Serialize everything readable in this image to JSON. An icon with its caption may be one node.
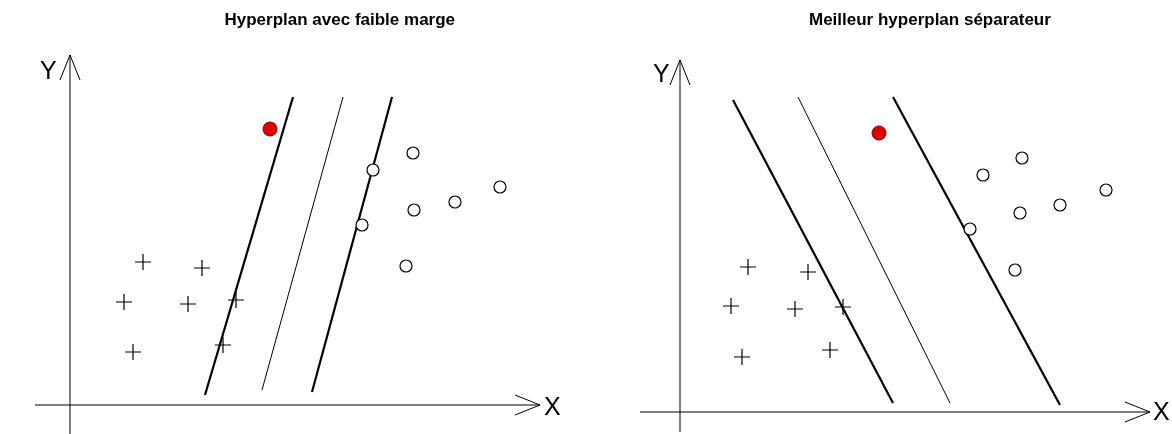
{
  "diagram": {
    "labels": [
      "Hyperplan avec faible marge",
      "Meilleur hyperplan séparateur",
      "Y",
      "X",
      "Y",
      "X"
    ]
  }
}
